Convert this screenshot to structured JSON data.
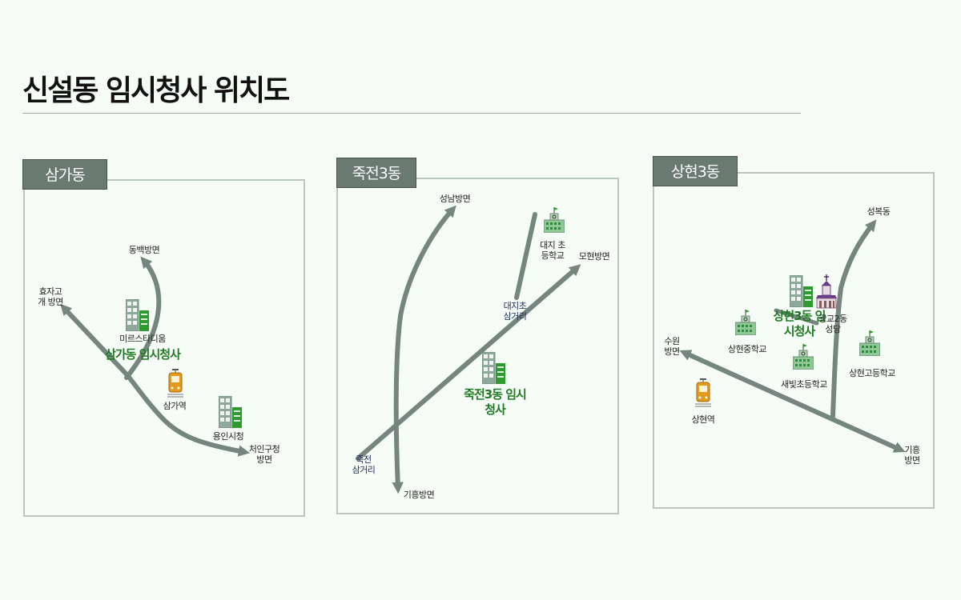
{
  "title": "신설동 임시청사 위치도",
  "panels": [
    {
      "tab": "삼가동",
      "labels": {
        "dongbaek": "동백방면",
        "hyoja": "효자고개 방면",
        "mir": "미르스타디움",
        "station": "삼가역",
        "cityhall": "용인시청",
        "cheoin": "처인구청 방면"
      },
      "office": "삼가동 임시청사"
    },
    {
      "tab": "죽전3동",
      "labels": {
        "seongnam": "성남방면",
        "daeji_school": "대지 초등학교",
        "mohyeon": "모현방면",
        "daeji_junction": "대지초 삼거리",
        "jukjeon_junction": "죽전 삼거리",
        "giheung": "기흥방면"
      },
      "office": "죽전3동 임시청사"
    },
    {
      "tab": "상현3동",
      "labels": {
        "seongbok": "성복동",
        "church": "광교2동 성당",
        "middle": "상현중학교",
        "suwon": "수원 방면",
        "elementary": "새빛초등학교",
        "high": "상현고등학교",
        "station": "상현역",
        "giheung": "기흥 방면"
      },
      "office": "상현3동 임시청사"
    }
  ],
  "colors": {
    "road": "#76857f",
    "office_text": "#1f7a22",
    "tab_bg": "#6a7a72",
    "background": "#f6fcf6"
  }
}
